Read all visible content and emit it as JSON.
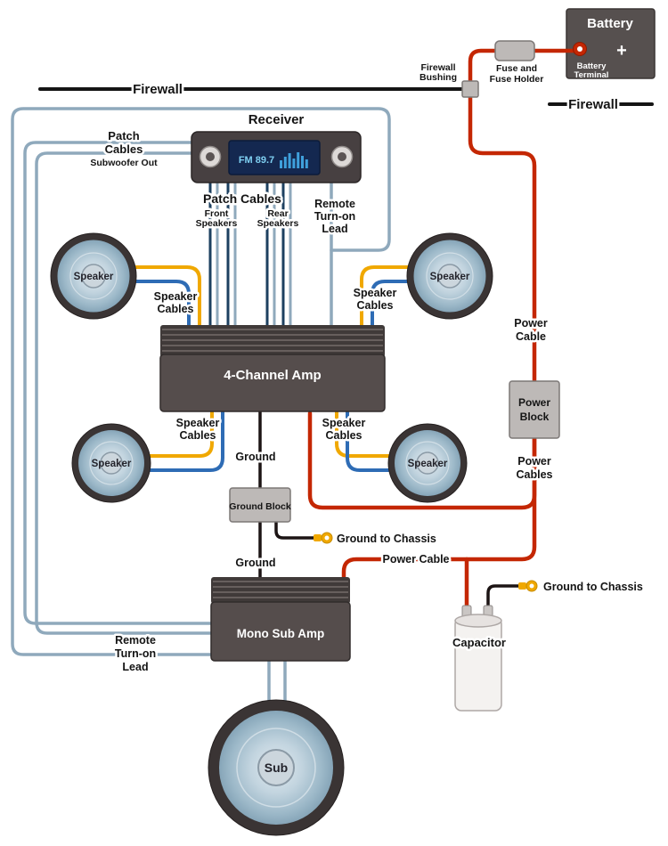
{
  "colors": {
    "power_cable_red": "#c42703",
    "speaker_wire_yellow": "#f0a800",
    "speaker_wire_blue": "#2e6cb5",
    "patch_wire_lightblue": "#8fa9bc",
    "patch_wire_navy": "#1d4060",
    "ground_wire_black": "#1c1414",
    "block_gray": "#bdb9b7",
    "amp_body": "#554d4c",
    "display_blue": "#7fd0f2"
  },
  "battery": {
    "title": "Battery",
    "plus": "+",
    "terminal_line1": "Battery",
    "terminal_line2": "Terminal"
  },
  "fuse_holder": {
    "line1": "Fuse and",
    "line2": "Fuse Holder"
  },
  "firewall_bushing": {
    "line1": "Firewall",
    "line2": "Bushing"
  },
  "firewall": {
    "left": "Firewall",
    "right": "Firewall"
  },
  "receiver": {
    "title": "Receiver",
    "display": "FM 89.7"
  },
  "patch_subwoofer": {
    "line1": "Patch",
    "line2": "Cables",
    "line3": "Subwoofer Out"
  },
  "patch_center": {
    "title": "Patch Cables",
    "front_line1": "Front",
    "front_line2": "Speakers",
    "rear_line1": "Rear",
    "rear_line2": "Speakers"
  },
  "remote_top": {
    "line1": "Remote",
    "line2": "Turn-on",
    "line3": "Lead"
  },
  "remote_bottom": {
    "line1": "Remote",
    "line2": "Turn-on",
    "line3": "Lead"
  },
  "speaker_cables": {
    "line1": "Speaker",
    "line2": "Cables"
  },
  "speaker_label": "Speaker",
  "sub_label": "Sub",
  "amp_4channel": "4-Channel Amp",
  "amp_mono": "Mono Sub Amp",
  "ground": {
    "top": "Ground",
    "block": "Ground Block",
    "bottom": "Ground",
    "to_chassis_mid": "Ground to Chassis",
    "to_chassis_right": "Ground to Chassis"
  },
  "power": {
    "cable_vertical_line1": "Power",
    "cable_vertical_line2": "Cable",
    "block_line1": "Power",
    "block_line2": "Block",
    "cables_line1": "Power",
    "cables_line2": "Cables",
    "cable_bottom": "Power Cable"
  },
  "capacitor_label": "Capacitor"
}
